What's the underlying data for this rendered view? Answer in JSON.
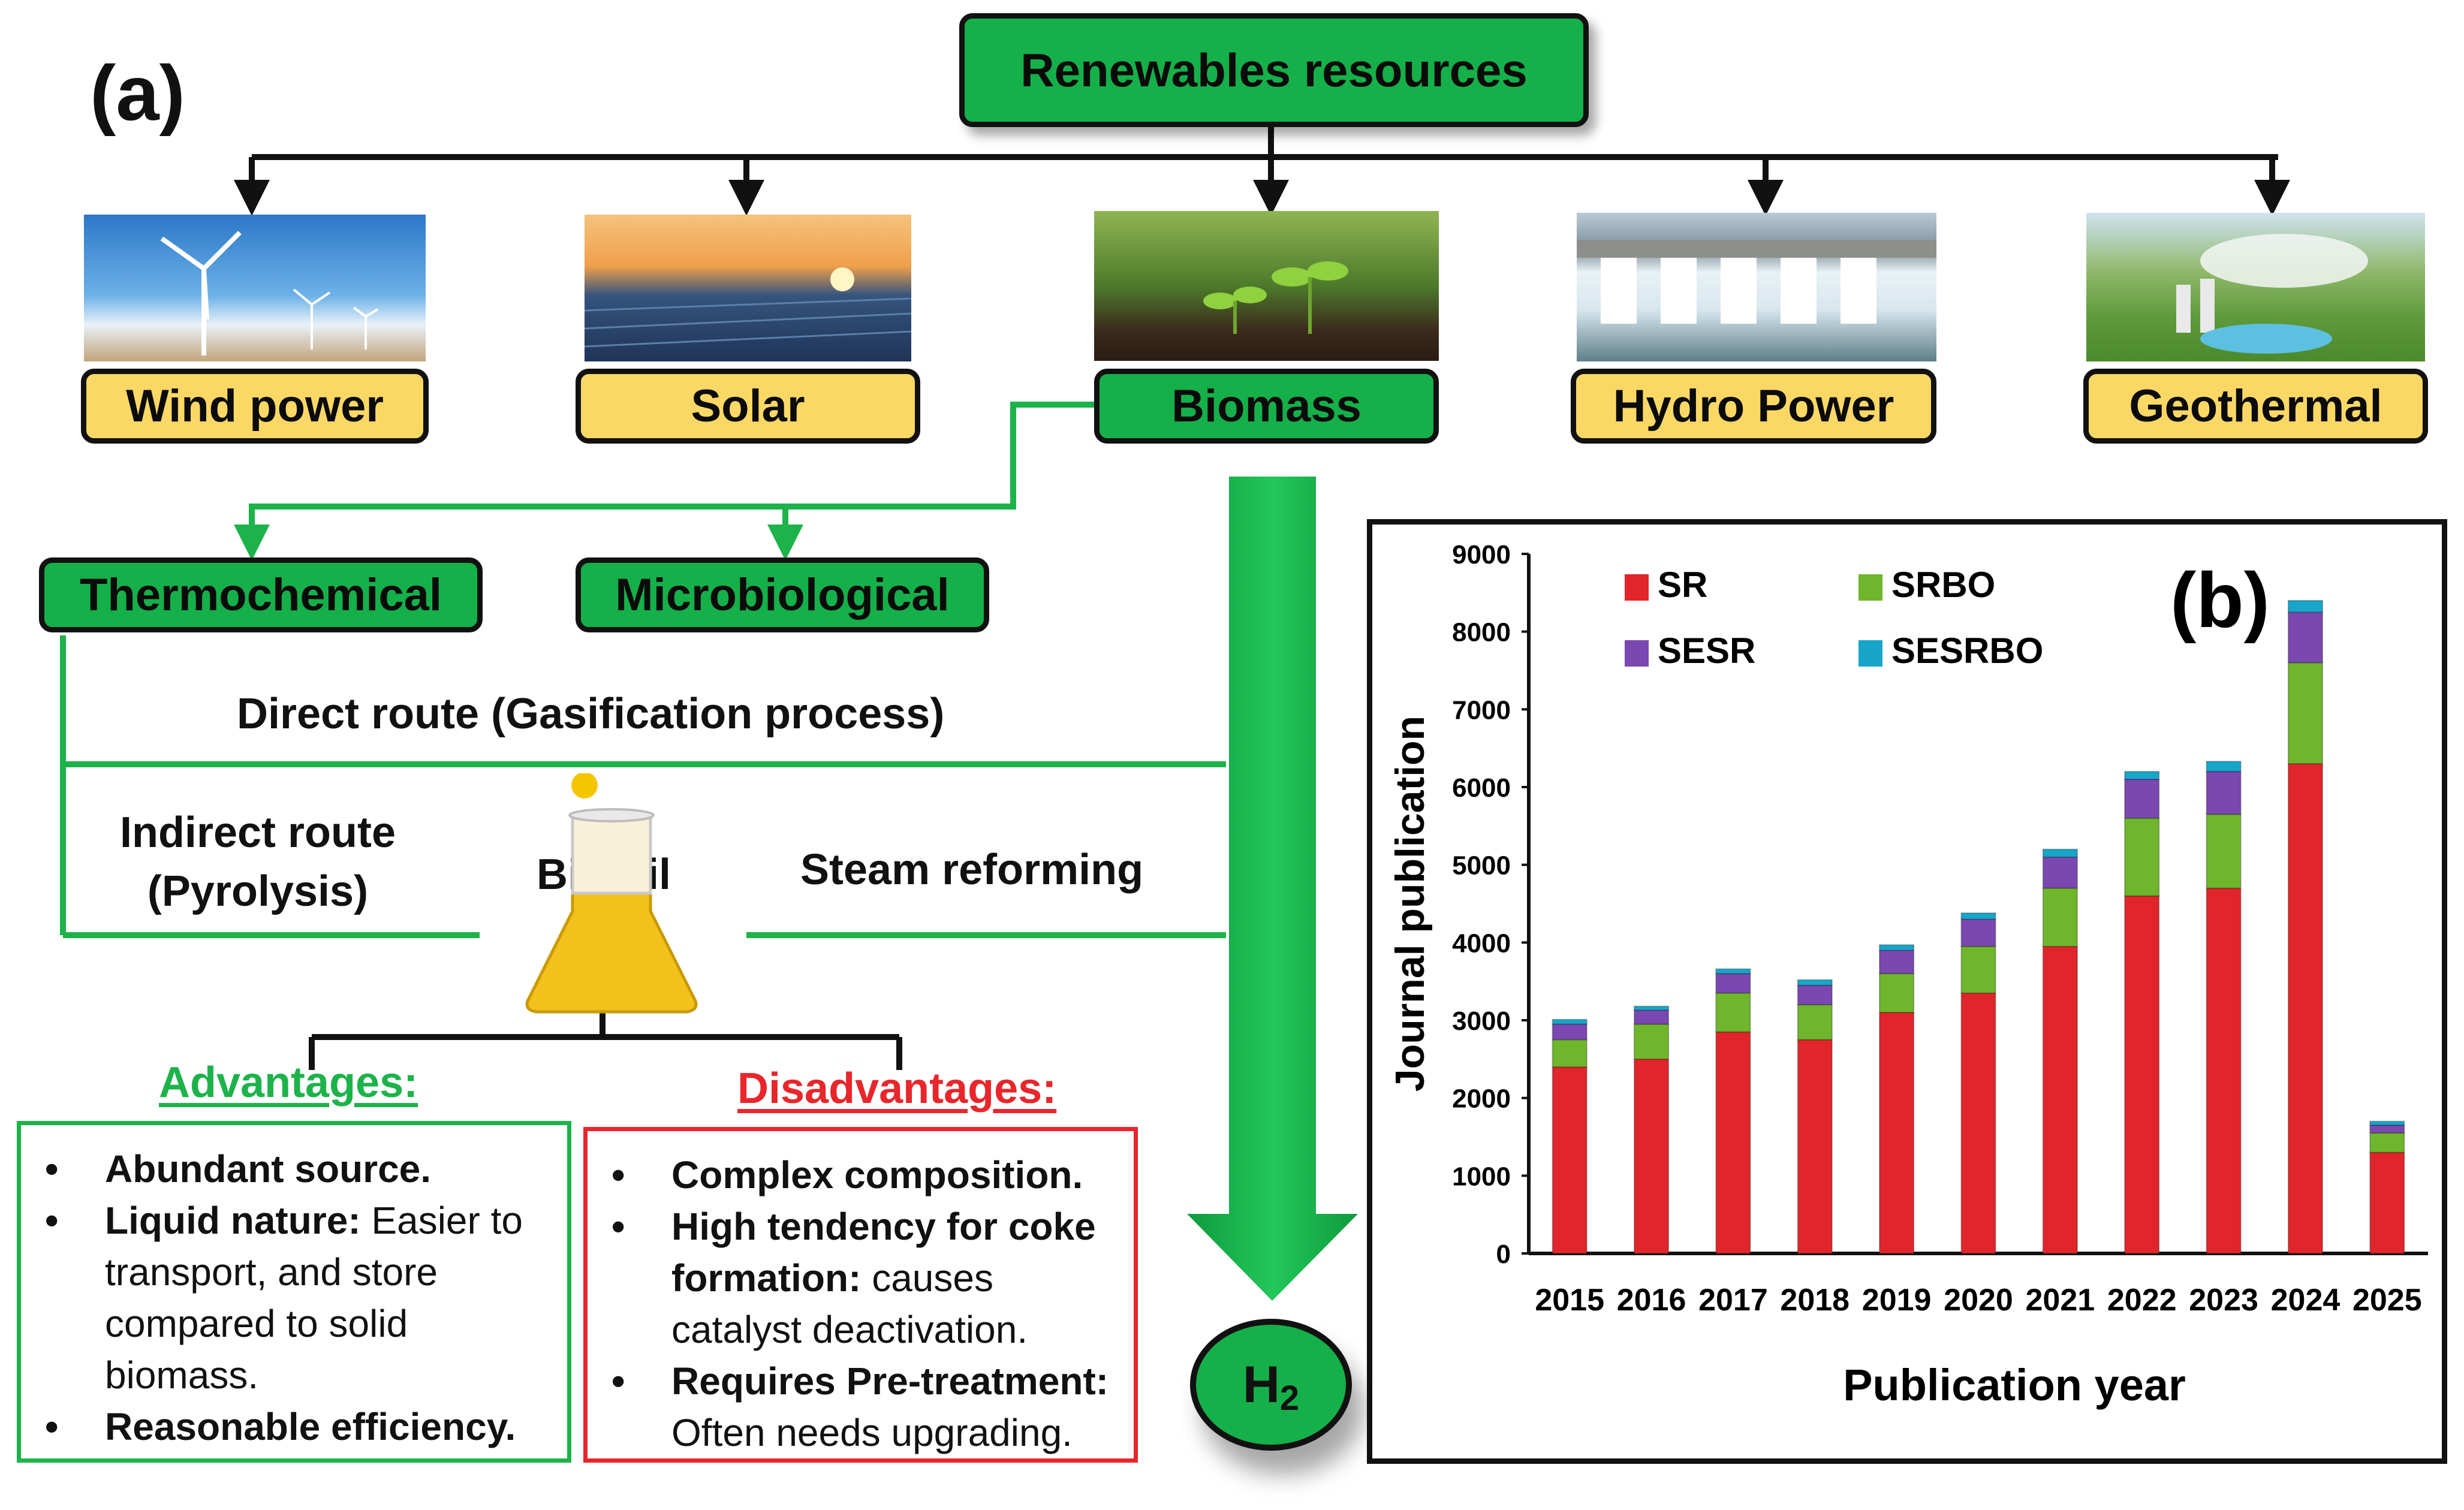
{
  "panel_a": {
    "label": "(a)",
    "root": "Renewables resources",
    "sources": [
      {
        "label": "Wind power",
        "image": "wind-turbines-photo"
      },
      {
        "label": "Solar",
        "image": "solar-panels-photo"
      },
      {
        "label": "Biomass",
        "image": "seedlings-photo"
      },
      {
        "label": "Hydro Power",
        "image": "hydro-dam-photo"
      },
      {
        "label": "Geothermal",
        "image": "geothermal-plant-photo"
      }
    ],
    "branches": [
      "Thermochemical",
      "Microbiological"
    ],
    "direct_route": "Direct route (Gasification process)",
    "indirect_route_line1": "Indirect route",
    "indirect_route_line2": "(Pyrolysis)",
    "bio_oil": "Bio-oil",
    "steam_reforming": "Steam reforming",
    "product": "H",
    "product_sub": "2",
    "advantages": {
      "title": "Advantages:",
      "items": [
        {
          "bold": "Abundant source.",
          "text": ""
        },
        {
          "bold": "Liquid nature:",
          "text": " Easier to transport, and store compared to solid biomass."
        },
        {
          "bold": "Reasonable efficiency.",
          "text": ""
        }
      ]
    },
    "disadvantages": {
      "title": "Disadvantages:",
      "items": [
        {
          "bold": "Complex composition.",
          "text": ""
        },
        {
          "bold": "High tendency for coke formation:",
          "text": " causes catalyst deactivation."
        },
        {
          "bold": "Requires Pre-treatment:",
          "text": " Often needs upgrading."
        }
      ]
    },
    "colors": {
      "green": "#15b04a",
      "yellow": "#fbd866",
      "advantage": "#1db34a",
      "disadvantage": "#e8262b"
    }
  },
  "chart_data": {
    "type": "bar",
    "stacked": true,
    "panel_label": "(b)",
    "categories": [
      "2015",
      "2016",
      "2017",
      "2018",
      "2019",
      "2020",
      "2021",
      "2022",
      "2023",
      "2024",
      "2025"
    ],
    "series": [
      {
        "name": "SR",
        "color": "#e0262b",
        "values": [
          2400,
          2500,
          2850,
          2750,
          3100,
          3350,
          3950,
          4600,
          4700,
          6300,
          1300
        ]
      },
      {
        "name": "SRBO",
        "color": "#6fb62c",
        "values": [
          350,
          450,
          500,
          450,
          500,
          600,
          750,
          1000,
          950,
          1300,
          250
        ]
      },
      {
        "name": "SESR",
        "color": "#7a48b0",
        "values": [
          200,
          180,
          250,
          250,
          300,
          350,
          400,
          500,
          550,
          650,
          100
        ]
      },
      {
        "name": "SESRBO",
        "color": "#17a6c9",
        "values": [
          60,
          50,
          60,
          70,
          70,
          80,
          100,
          100,
          130,
          150,
          50
        ]
      }
    ],
    "ylim": [
      0,
      9000
    ],
    "yticks": [
      0,
      1000,
      2000,
      3000,
      4000,
      5000,
      6000,
      7000,
      8000,
      9000
    ],
    "xlabel": "Publication year",
    "ylabel": "Journal publication",
    "grid": false,
    "legend": "top-left"
  }
}
